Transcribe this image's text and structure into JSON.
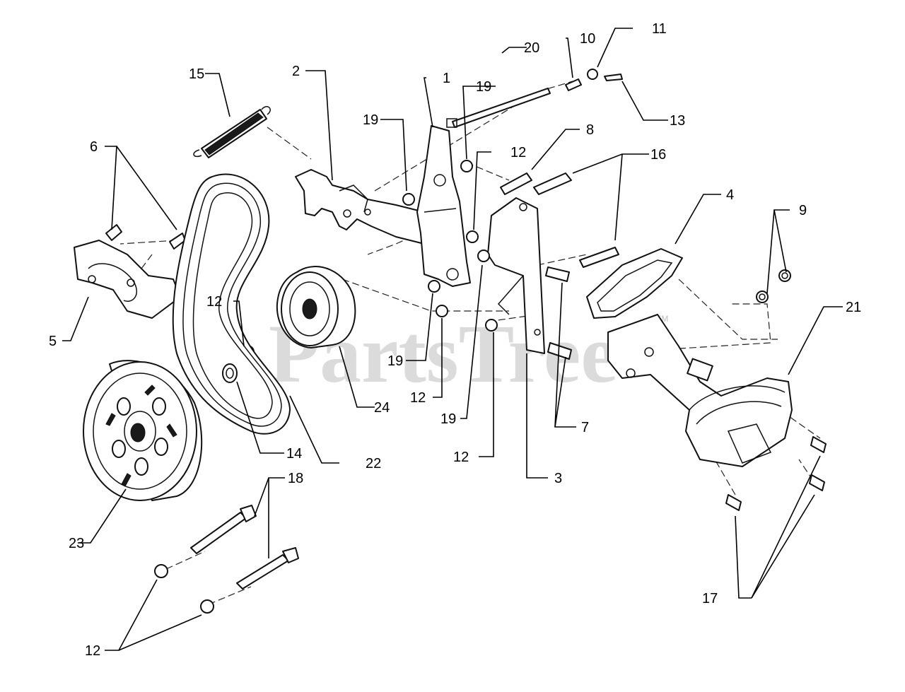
{
  "watermark": {
    "text": "PartsTree",
    "trademark": "TM",
    "color": "#bdbdbd"
  },
  "callouts": [
    {
      "id": "1",
      "text": "1"
    },
    {
      "id": "2",
      "text": "2"
    },
    {
      "id": "3",
      "text": "3"
    },
    {
      "id": "4",
      "text": "4"
    },
    {
      "id": "5",
      "text": "5"
    },
    {
      "id": "6",
      "text": "6"
    },
    {
      "id": "7",
      "text": "7"
    },
    {
      "id": "8",
      "text": "8"
    },
    {
      "id": "9",
      "text": "9"
    },
    {
      "id": "10",
      "text": "10"
    },
    {
      "id": "11",
      "text": "11"
    },
    {
      "id": "12",
      "text": "12"
    },
    {
      "id": "13",
      "text": "13"
    },
    {
      "id": "14",
      "text": "14"
    },
    {
      "id": "15",
      "text": "15"
    },
    {
      "id": "16",
      "text": "16"
    },
    {
      "id": "17",
      "text": "17"
    },
    {
      "id": "18",
      "text": "18"
    },
    {
      "id": "19",
      "text": "19"
    },
    {
      "id": "20",
      "text": "20"
    },
    {
      "id": "21",
      "text": "21"
    },
    {
      "id": "22",
      "text": "22"
    },
    {
      "id": "23",
      "text": "23"
    },
    {
      "id": "24",
      "text": "24"
    }
  ]
}
